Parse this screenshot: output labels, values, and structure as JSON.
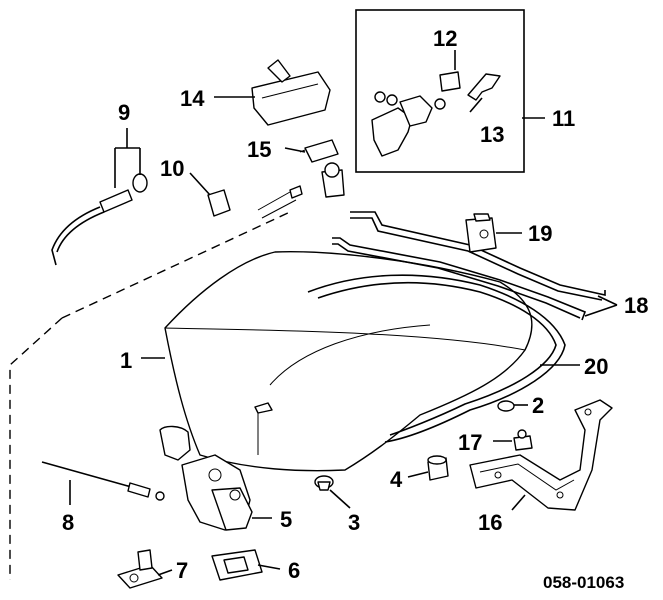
{
  "callouts": {
    "p1": "1",
    "p2": "2",
    "p3": "3",
    "p4": "4",
    "p5": "5",
    "p6": "6",
    "p7": "7",
    "p8": "8",
    "p9": "9",
    "p10": "10",
    "p11": "11",
    "p12": "12",
    "p13": "13",
    "p14": "14",
    "p15": "15",
    "p16": "16",
    "p17": "17",
    "p18": "18",
    "p19": "19",
    "p20": "20"
  },
  "reference_code": "058-01063"
}
